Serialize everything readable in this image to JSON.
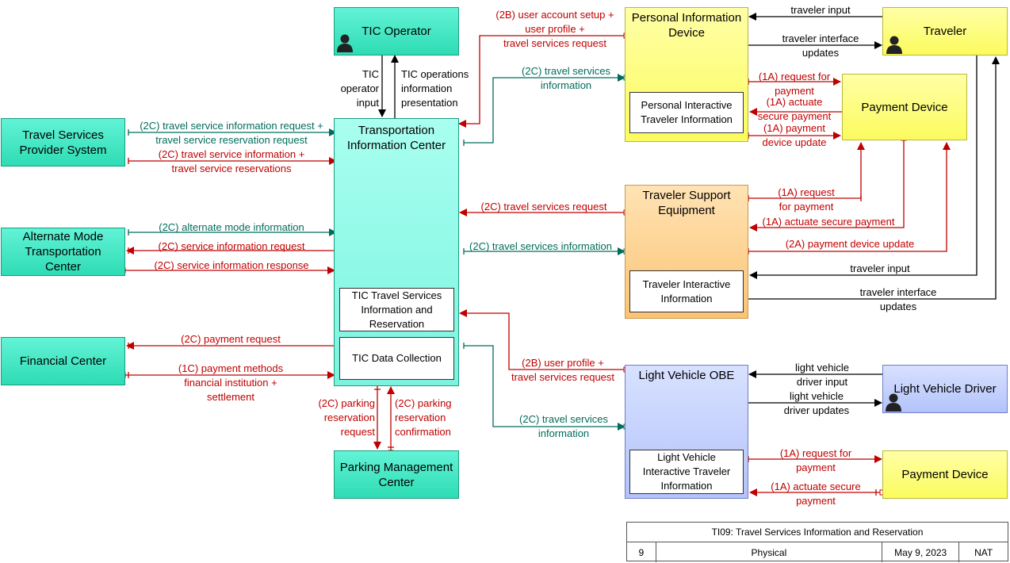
{
  "nodes": {
    "tic_operator": "TIC Operator",
    "tic": "Transportation\nInformation Center",
    "travel_services_provider": "Travel Services\nProvider System",
    "alternate_mode": "Alternate Mode\nTransportation\nCenter",
    "financial_center": "Financial Center",
    "parking_management": "Parking Management\nCenter",
    "personal_info_device": "Personal Information\nDevice",
    "traveler": "Traveler",
    "payment_device_top": "Payment Device",
    "traveler_support": "Traveler Support\nEquipment",
    "light_vehicle_obe": "Light Vehicle OBE",
    "light_vehicle_driver": "Light Vehicle Driver",
    "payment_device_bottom": "Payment Device"
  },
  "subsystems": {
    "tic_travel_services": "TIC Travel Services\nInformation and\nReservation",
    "tic_data_collection": "TIC Data Collection",
    "personal_interactive": "Personal Interactive\nTraveler Information",
    "traveler_interactive": "Traveler Interactive\nInformation",
    "lv_interactive": "Light Vehicle\nInteractive Traveler\nInformation"
  },
  "flows": {
    "tic_operator_input": "TIC\noperator\ninput",
    "tic_operations_presentation": "TIC operations\ninformation\npresentation",
    "user_account_setup": "(2B) user account setup +\nuser profile +\ntravel services request",
    "pid_travel_services_info": "(2C) travel services\ninformation",
    "traveler_input_top": "traveler input",
    "traveler_interface_updates_top": "traveler interface\nupdates",
    "pid_request_payment": "(1A) request for\npayment",
    "pid_actuate_secure": "(1A) actuate\nsecure payment",
    "pid_payment_device_update": "(1A) payment\ndevice update",
    "tsp_info_request": "(2C) travel service information request +\ntravel service reservation request",
    "tsp_info_reservations": "(2C) travel service information +\ntravel service reservations",
    "alt_mode_info": "(2C) alternate mode information",
    "alt_service_request": "(2C) service information request",
    "alt_service_response": "(2C) service information response",
    "tse_travel_services_request": "(2C) travel services request",
    "tse_travel_services_info": "(2C) travel services information",
    "tse_request_payment": "(1A) request\nfor payment",
    "tse_actuate_secure": "(1A) actuate secure payment",
    "tse_payment_device_update": "(2A) payment device update",
    "traveler_input_mid": "traveler input",
    "traveler_interface_updates_mid": "traveler interface\nupdates",
    "fin_payment_request": "(2C) payment request",
    "fin_payment_methods": "(1C) payment methods\nfinancial institution +\nsettlement",
    "parking_reservation_request": "(2C) parking\nreservation\nrequest",
    "parking_reservation_confirmation": "(2C) parking\nreservation\nconfirmation",
    "lv_user_profile": "(2B) user profile +\ntravel services request",
    "lv_travel_services_info": "(2C) travel services\ninformation",
    "lv_driver_input": "light vehicle\ndriver input",
    "lv_driver_updates": "light vehicle\ndriver updates",
    "lv_request_payment": "(1A) request for\npayment",
    "lv_actuate_secure": "(1A) actuate secure\npayment"
  },
  "title_block": {
    "title": "TI09: Travel Services Information and Reservation",
    "page": "9",
    "view": "Physical",
    "date": "May 9, 2023",
    "author": "NAT"
  },
  "colors": {
    "red_flow": "#c00000",
    "teal_flow": "#006c5c",
    "black_flow": "#000000"
  }
}
